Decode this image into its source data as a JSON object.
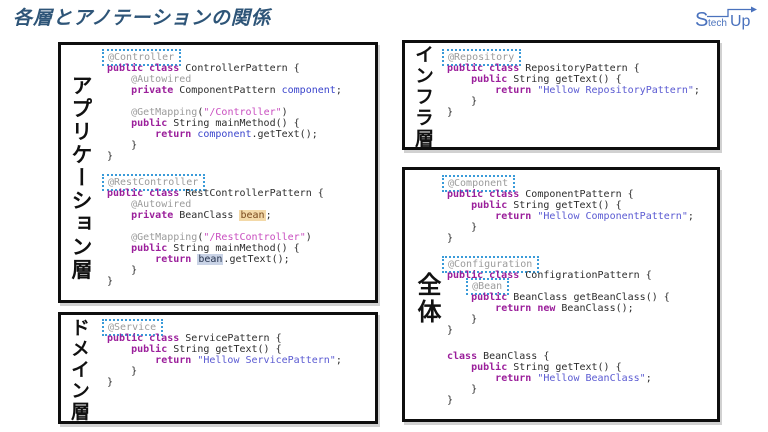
{
  "title": "各層とアノテーションの関係",
  "logo": {
    "s": "S",
    "tech": "tech",
    "up": "Up"
  },
  "colors": {
    "title": "#2e5578",
    "logo_blue": "#4a72bd",
    "keyword_purple": "#9b1f9b",
    "annotation_grey": "#9b9b9b",
    "annotation_border_blue": "#3a9bd9",
    "string_blue": "#5a5ad2",
    "string_pink": "#c94fc0",
    "identifier_blue": "#3a44cc",
    "highlight_tan_bg": "#f3d9a8",
    "highlight_blue_bg": "#c9d3e6",
    "box_border": "#0e0e0e"
  },
  "boxes": [
    {
      "label": "アプリケーション層",
      "blocks": [
        [
          [
            [
              "ab",
              "@Controller"
            ]
          ],
          [
            [
              "kw",
              "public class "
            ],
            [
              "pl",
              "ControllerPattern {"
            ]
          ],
          [
            [
              "pl",
              "    "
            ],
            [
              "an",
              "@Autowired"
            ]
          ],
          [
            [
              "pl",
              "    "
            ],
            [
              "kw",
              "private "
            ],
            [
              "pl",
              "ComponentPattern "
            ],
            [
              "rf",
              "component"
            ],
            [
              "pl",
              ";"
            ]
          ],
          [],
          [
            [
              "pl",
              "    "
            ],
            [
              "an",
              "@GetMapping"
            ],
            [
              "pl",
              "("
            ],
            [
              "sp",
              "\"/Controller\""
            ],
            [
              "pl",
              ")"
            ]
          ],
          [
            [
              "pl",
              "    "
            ],
            [
              "kw",
              "public "
            ],
            [
              "pl",
              "String mainMethod() {"
            ]
          ],
          [
            [
              "pl",
              "        "
            ],
            [
              "kw",
              "return "
            ],
            [
              "rf",
              "component"
            ],
            [
              "pl",
              ".getText();"
            ]
          ],
          [
            [
              "pl",
              "    }"
            ]
          ],
          [
            [
              "pl",
              "}"
            ]
          ]
        ],
        [
          [
            [
              "ab",
              "@RestController"
            ]
          ],
          [
            [
              "kw",
              "public class "
            ],
            [
              "pl",
              "RestControllerPattern {"
            ]
          ],
          [
            [
              "pl",
              "    "
            ],
            [
              "an",
              "@Autowired"
            ]
          ],
          [
            [
              "pl",
              "    "
            ],
            [
              "kw",
              "private "
            ],
            [
              "pl",
              "BeanClass "
            ],
            [
              "ht",
              "bean"
            ],
            [
              "pl",
              ";"
            ]
          ],
          [],
          [
            [
              "pl",
              "    "
            ],
            [
              "an",
              "@GetMapping"
            ],
            [
              "pl",
              "("
            ],
            [
              "sp",
              "\"/RestController\""
            ],
            [
              "pl",
              ")"
            ]
          ],
          [
            [
              "pl",
              "    "
            ],
            [
              "kw",
              "public "
            ],
            [
              "pl",
              "String mainMethod() {"
            ]
          ],
          [
            [
              "pl",
              "        "
            ],
            [
              "kw",
              "return "
            ],
            [
              "hb",
              "bean"
            ],
            [
              "pl",
              ".getText();"
            ]
          ],
          [
            [
              "pl",
              "    }"
            ]
          ],
          [
            [
              "pl",
              "}"
            ]
          ]
        ]
      ]
    },
    {
      "label": "ドメイン層",
      "blocks": [
        [
          [
            [
              "ab",
              "@Service"
            ]
          ],
          [
            [
              "kw",
              "public class "
            ],
            [
              "pl",
              "ServicePattern {"
            ]
          ],
          [
            [
              "pl",
              "    "
            ],
            [
              "kw",
              "public "
            ],
            [
              "pl",
              "String getText() {"
            ]
          ],
          [
            [
              "pl",
              "        "
            ],
            [
              "kw",
              "return "
            ],
            [
              "sb",
              "\"Hellow ServicePattern\""
            ],
            [
              "pl",
              ";"
            ]
          ],
          [
            [
              "pl",
              "    }"
            ]
          ],
          [
            [
              "pl",
              "}"
            ]
          ]
        ]
      ]
    },
    {
      "label": "インフラ層",
      "blocks": [
        [
          [
            [
              "ab",
              "@Repository"
            ]
          ],
          [
            [
              "kw",
              "public class "
            ],
            [
              "pl",
              "RepositoryPattern {"
            ]
          ],
          [
            [
              "pl",
              "    "
            ],
            [
              "kw",
              "public "
            ],
            [
              "pl",
              "String getText() {"
            ]
          ],
          [
            [
              "pl",
              "        "
            ],
            [
              "kw",
              "return "
            ],
            [
              "sb",
              "\"Hellow RepositoryPattern\""
            ],
            [
              "pl",
              ";"
            ]
          ],
          [
            [
              "pl",
              "    }"
            ]
          ],
          [
            [
              "pl",
              "}"
            ]
          ]
        ]
      ]
    },
    {
      "label": "全体",
      "blocks": [
        [
          [
            [
              "ab",
              "@Component"
            ]
          ],
          [
            [
              "kw",
              "public class "
            ],
            [
              "pl",
              "ComponentPattern {"
            ]
          ],
          [
            [
              "pl",
              "    "
            ],
            [
              "kw",
              "public "
            ],
            [
              "pl",
              "String getText() {"
            ]
          ],
          [
            [
              "pl",
              "        "
            ],
            [
              "kw",
              "return "
            ],
            [
              "sb",
              "\"Hellow ComponentPattern\""
            ],
            [
              "pl",
              ";"
            ]
          ],
          [
            [
              "pl",
              "    }"
            ]
          ],
          [
            [
              "pl",
              "}"
            ]
          ]
        ],
        [
          [
            [
              "ab",
              "@Configuration"
            ]
          ],
          [
            [
              "kw",
              "public class "
            ],
            [
              "pl",
              "ConfigrationPattern {"
            ]
          ],
          [
            [
              "pl",
              "    "
            ],
            [
              "ab",
              "@Bean"
            ]
          ],
          [
            [
              "pl",
              "    "
            ],
            [
              "kw",
              "public "
            ],
            [
              "pl",
              "BeanClass getBeanClass() {"
            ]
          ],
          [
            [
              "pl",
              "        "
            ],
            [
              "kw",
              "return new "
            ],
            [
              "pl",
              "BeanClass();"
            ]
          ],
          [
            [
              "pl",
              "    }"
            ]
          ],
          [
            [
              "pl",
              "}"
            ]
          ]
        ],
        [
          [
            [
              "kw",
              "class "
            ],
            [
              "pl",
              "BeanClass {"
            ]
          ],
          [
            [
              "pl",
              "    "
            ],
            [
              "kw",
              "public "
            ],
            [
              "pl",
              "String getText() {"
            ]
          ],
          [
            [
              "pl",
              "        "
            ],
            [
              "kw",
              "return "
            ],
            [
              "sb",
              "\"Hellow BeanClass\""
            ],
            [
              "pl",
              ";"
            ]
          ],
          [
            [
              "pl",
              "    }"
            ]
          ],
          [
            [
              "pl",
              "}"
            ]
          ]
        ]
      ]
    }
  ]
}
